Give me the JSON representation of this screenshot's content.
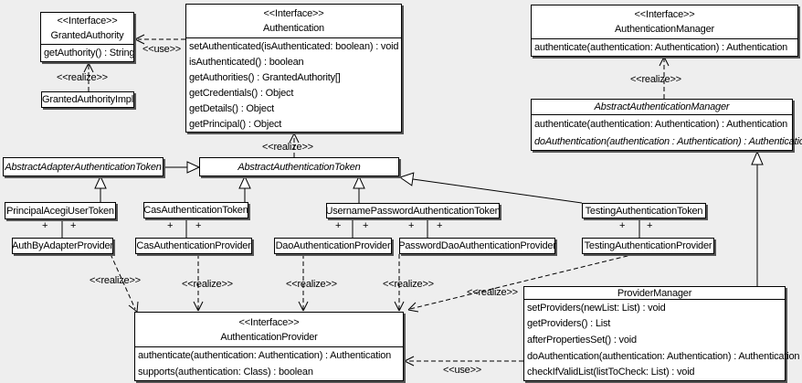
{
  "labels": {
    "use": "<<use>>",
    "realize": "<<realize>>",
    "plus": "+"
  },
  "colors": {
    "background": "#eeeeee",
    "box_fill": "#ffffff",
    "line": "#000000"
  },
  "diagram": {
    "classes": [
      {
        "id": "granted-authority",
        "stereotype": "<<Interface>>",
        "name": "GrantedAuthority",
        "italic": false,
        "methods": [
          {
            "text": "getAuthority() : String",
            "italic": false
          }
        ]
      },
      {
        "id": "granted-authority-impl",
        "name": "GrantedAuthorityImpl",
        "italic": false,
        "methods": []
      },
      {
        "id": "authentication",
        "stereotype": "<<Interface>>",
        "name": "Authentication",
        "italic": false,
        "methods": [
          {
            "text": "setAuthenticated(isAuthenticated: boolean) : void",
            "italic": false
          },
          {
            "text": "isAuthenticated() : boolean",
            "italic": false
          },
          {
            "text": "getAuthorities() : GrantedAuthority[]",
            "italic": false
          },
          {
            "text": "getCredentials() : Object",
            "italic": false
          },
          {
            "text": "getDetails() : Object",
            "italic": false
          },
          {
            "text": "getPrincipal() : Object",
            "italic": false
          }
        ]
      },
      {
        "id": "authentication-manager",
        "stereotype": "<<Interface>>",
        "name": "AuthenticationManager",
        "italic": false,
        "methods": [
          {
            "text": "authenticate(authentication: Authentication) : Authentication",
            "italic": false
          }
        ]
      },
      {
        "id": "abstract-authentication-manager",
        "name": "AbstractAuthenticationManager",
        "italic": true,
        "methods": [
          {
            "text": "authenticate(authentication: Authentication) : Authentication",
            "italic": false
          },
          {
            "text": "doAuthentication(authentication : Authentication) : Authentication",
            "italic": true
          }
        ]
      },
      {
        "id": "abstract-adapter-authentication-token",
        "name": "AbstractAdapterAuthenticationToken",
        "italic": true,
        "methods": []
      },
      {
        "id": "abstract-authentication-token",
        "name": "AbstractAuthenticationToken",
        "italic": true,
        "methods": []
      },
      {
        "id": "principal-acegi-user-token",
        "name": "PrincipalAcegiUserToken",
        "italic": false,
        "methods": []
      },
      {
        "id": "cas-authentication-token",
        "name": "CasAuthenticationToken",
        "italic": false,
        "methods": []
      },
      {
        "id": "username-password-authentication-token",
        "name": "UsernamePasswordAuthenticationToken",
        "italic": false,
        "methods": []
      },
      {
        "id": "testing-authentication-token",
        "name": "TestingAuthenticationToken",
        "italic": false,
        "methods": []
      },
      {
        "id": "auth-by-adapter-provider",
        "name": "AuthByAdapterProvider",
        "italic": false,
        "methods": []
      },
      {
        "id": "cas-authentication-provider",
        "name": "CasAuthenticationProvider",
        "italic": false,
        "methods": []
      },
      {
        "id": "dao-authentication-provider",
        "name": "DaoAuthenticationProvider",
        "italic": false,
        "methods": []
      },
      {
        "id": "password-dao-authentication-provider",
        "name": "PasswordDaoAuthenticationProvider",
        "italic": false,
        "methods": []
      },
      {
        "id": "testing-authentication-provider",
        "name": "TestingAuthenticationProvider",
        "italic": false,
        "methods": []
      },
      {
        "id": "authentication-provider",
        "stereotype": "<<Interface>>",
        "name": "AuthenticationProvider",
        "italic": false,
        "methods": [
          {
            "text": "authenticate(authentication: Authentication) : Authentication",
            "italic": false
          },
          {
            "text": "supports(authentication: Class) : boolean",
            "italic": false
          }
        ]
      },
      {
        "id": "provider-manager",
        "name": "ProviderManager",
        "italic": false,
        "methods": [
          {
            "text": "setProviders(newList: List) : void",
            "italic": false
          },
          {
            "text": "getProviders() : List",
            "italic": false
          },
          {
            "text": "afterPropertiesSet() : void",
            "italic": false
          },
          {
            "text": "doAuthentication(authentication: Authentication) : Authentication",
            "italic": false
          },
          {
            "text": "checkIfValidList(listToCheck: List) : void",
            "italic": false
          }
        ]
      }
    ],
    "relationships": [
      {
        "type": "use",
        "from": "Authentication",
        "to": "GrantedAuthority"
      },
      {
        "type": "realize",
        "from": "GrantedAuthorityImpl",
        "to": "GrantedAuthority"
      },
      {
        "type": "realize",
        "from": "AbstractAuthenticationToken",
        "to": "Authentication"
      },
      {
        "type": "realize",
        "from": "AbstractAuthenticationManager",
        "to": "AuthenticationManager"
      },
      {
        "type": "generalize",
        "from": "AbstractAdapterAuthenticationToken",
        "to": "AbstractAuthenticationToken"
      },
      {
        "type": "generalize",
        "from": "PrincipalAcegiUserToken",
        "to": "AbstractAdapterAuthenticationToken"
      },
      {
        "type": "generalize",
        "from": "CasAuthenticationToken",
        "to": "AbstractAuthenticationToken"
      },
      {
        "type": "generalize",
        "from": "UsernamePasswordAuthenticationToken",
        "to": "AbstractAuthenticationToken"
      },
      {
        "type": "generalize",
        "from": "TestingAuthenticationToken",
        "to": "AbstractAuthenticationToken"
      },
      {
        "type": "generalize",
        "from": "ProviderManager",
        "to": "AbstractAuthenticationManager"
      },
      {
        "type": "association",
        "from": "PrincipalAcegiUserToken",
        "to": "AuthByAdapterProvider",
        "multiplicity": "+ +"
      },
      {
        "type": "association",
        "from": "CasAuthenticationToken",
        "to": "CasAuthenticationProvider",
        "multiplicity": "+ +"
      },
      {
        "type": "association",
        "from": "UsernamePasswordAuthenticationToken",
        "to": "DaoAuthenticationProvider",
        "multiplicity": "+ +"
      },
      {
        "type": "association",
        "from": "UsernamePasswordAuthenticationToken",
        "to": "PasswordDaoAuthenticationProvider",
        "multiplicity": "+ +"
      },
      {
        "type": "association",
        "from": "TestingAuthenticationToken",
        "to": "TestingAuthenticationProvider",
        "multiplicity": "+ +"
      },
      {
        "type": "realize",
        "from": "AuthByAdapterProvider",
        "to": "AuthenticationProvider"
      },
      {
        "type": "realize",
        "from": "CasAuthenticationProvider",
        "to": "AuthenticationProvider"
      },
      {
        "type": "realize",
        "from": "DaoAuthenticationProvider",
        "to": "AuthenticationProvider"
      },
      {
        "type": "realize",
        "from": "PasswordDaoAuthenticationProvider",
        "to": "AuthenticationProvider"
      },
      {
        "type": "realize",
        "from": "TestingAuthenticationProvider",
        "to": "AuthenticationProvider"
      },
      {
        "type": "use",
        "from": "ProviderManager",
        "to": "AuthenticationProvider"
      }
    ]
  }
}
